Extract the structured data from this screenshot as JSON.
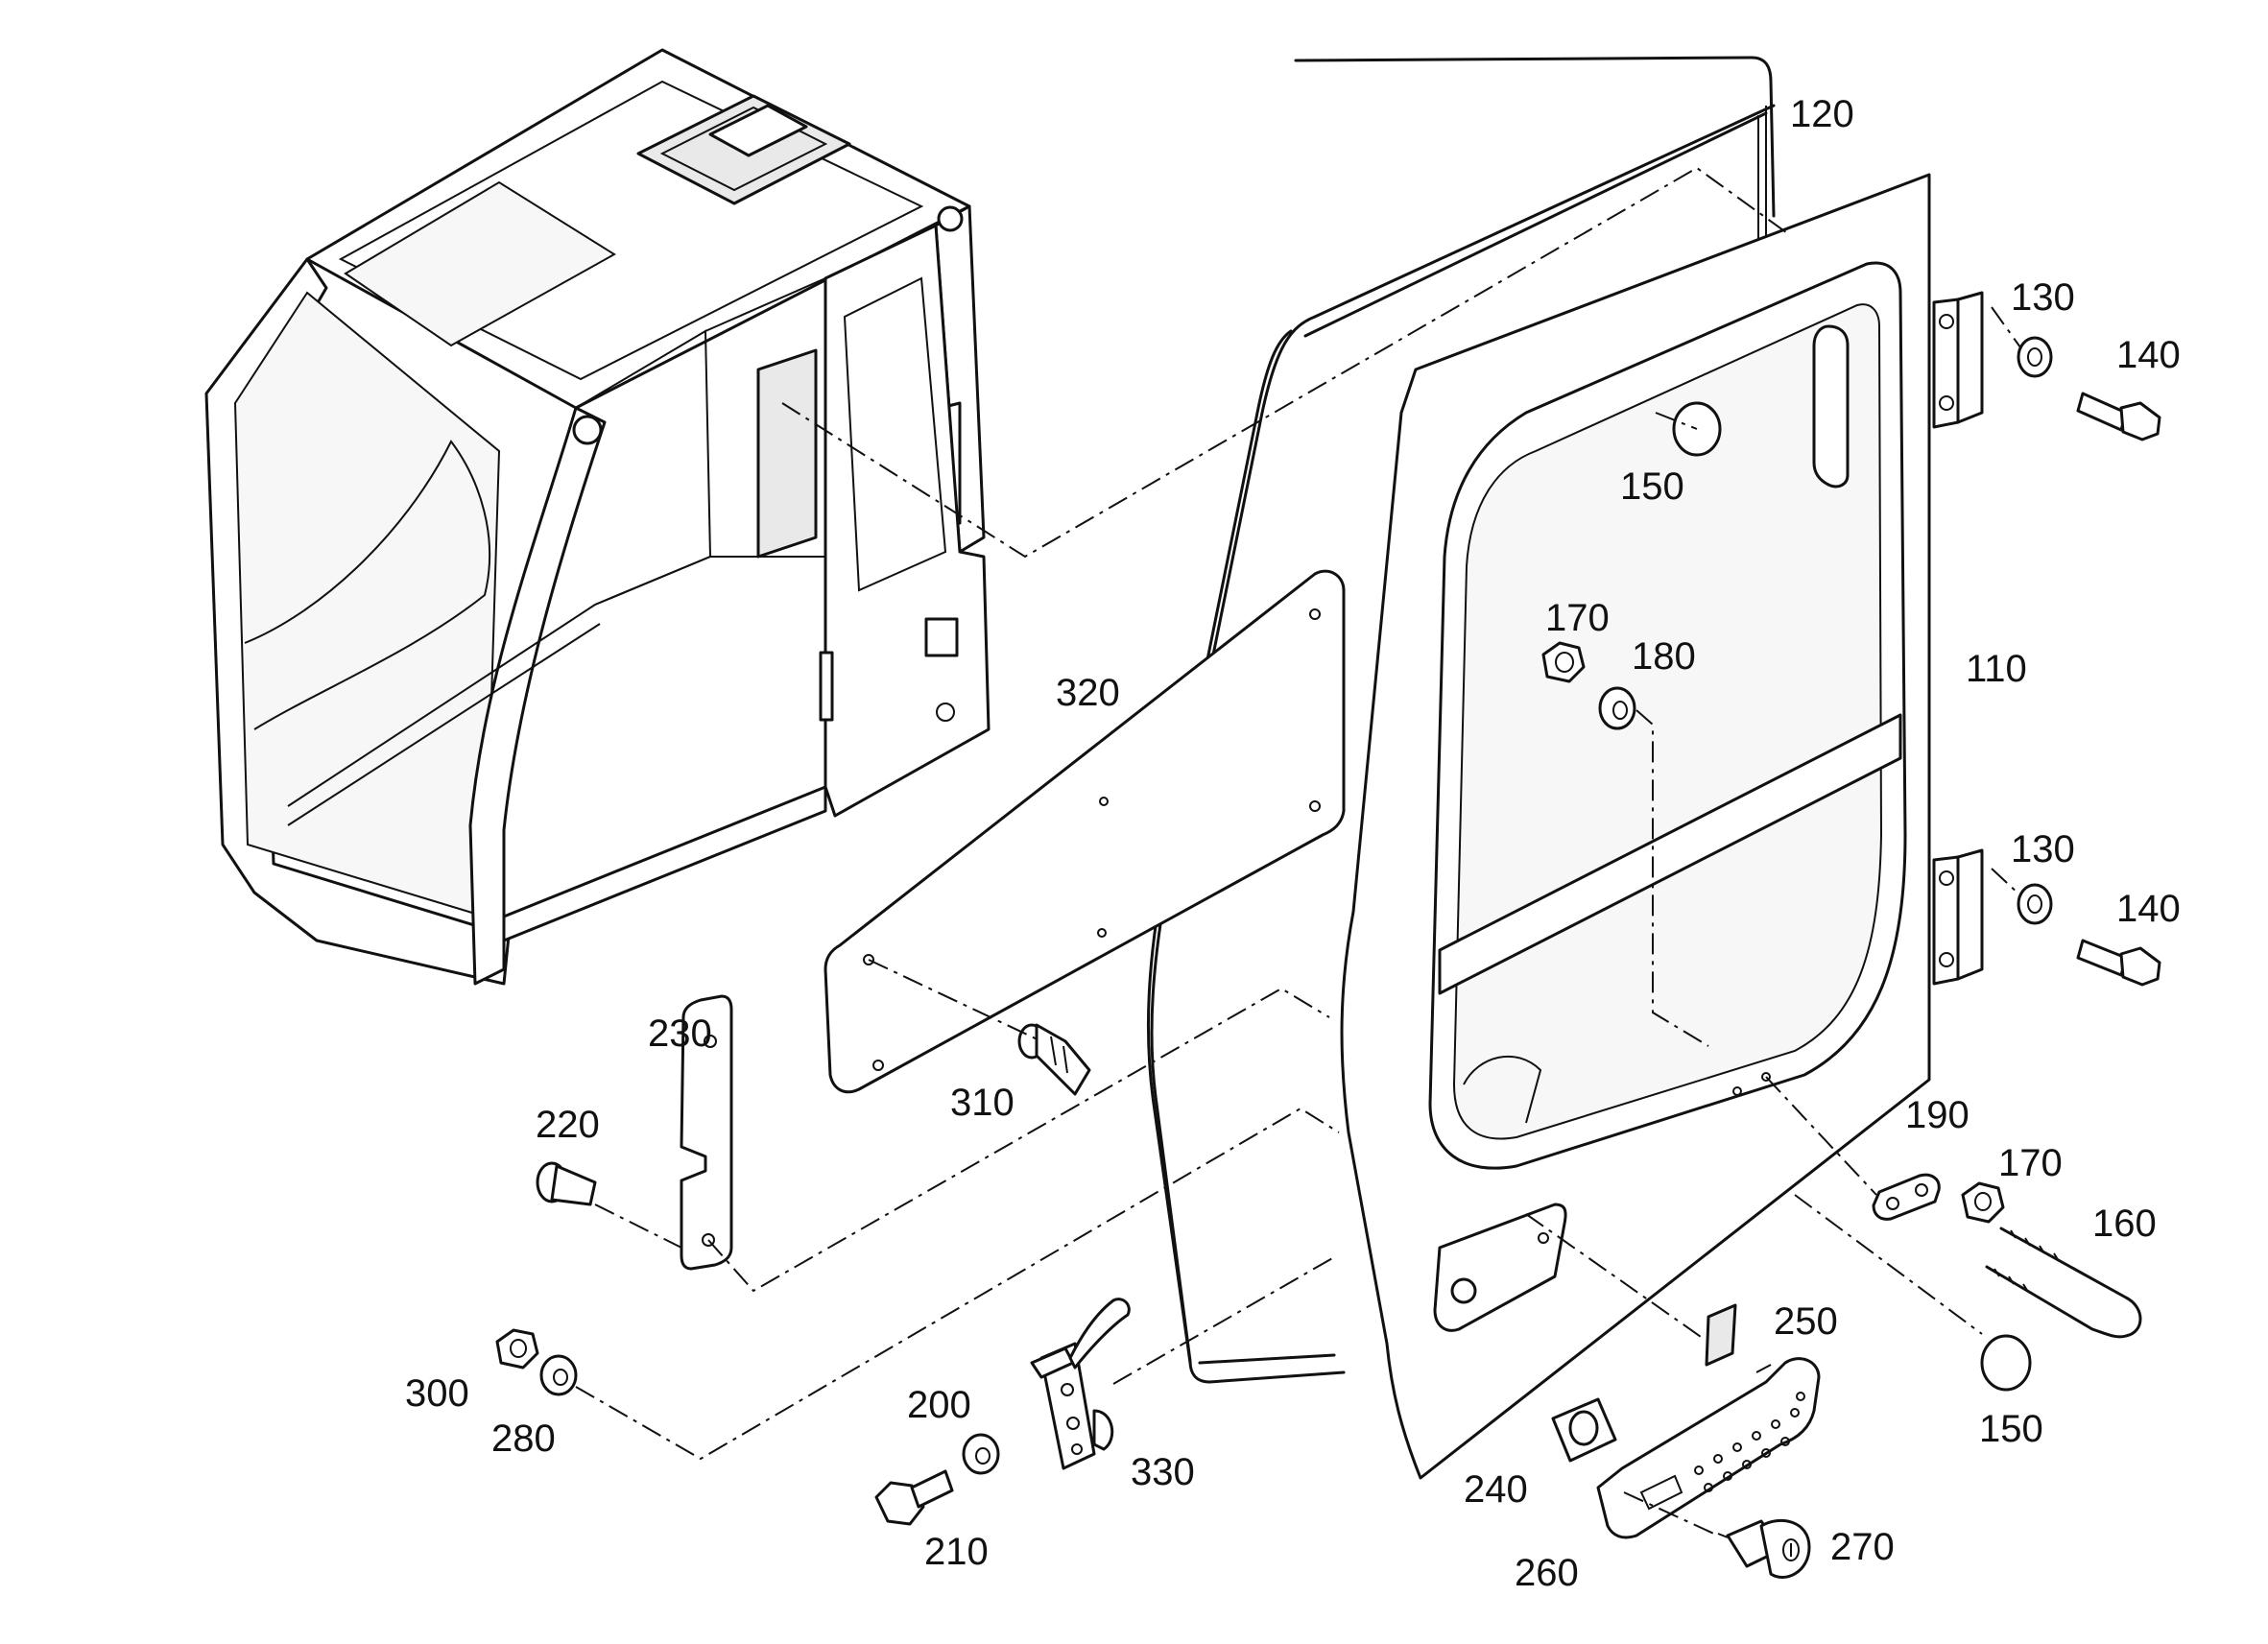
{
  "callouts": [
    {
      "id": "c120",
      "text": "120"
    },
    {
      "id": "c130a",
      "text": "130"
    },
    {
      "id": "c140a",
      "text": "140"
    },
    {
      "id": "c150a",
      "text": "150"
    },
    {
      "id": "c170a",
      "text": "170"
    },
    {
      "id": "c180",
      "text": "180"
    },
    {
      "id": "c110",
      "text": "110"
    },
    {
      "id": "c320",
      "text": "320"
    },
    {
      "id": "c130b",
      "text": "130"
    },
    {
      "id": "c140b",
      "text": "140"
    },
    {
      "id": "c230",
      "text": "230"
    },
    {
      "id": "c220",
      "text": "220"
    },
    {
      "id": "c310",
      "text": "310"
    },
    {
      "id": "c190",
      "text": "190"
    },
    {
      "id": "c170b",
      "text": "170"
    },
    {
      "id": "c160",
      "text": "160"
    },
    {
      "id": "c250",
      "text": "250"
    },
    {
      "id": "c300",
      "text": "300"
    },
    {
      "id": "c280",
      "text": "280"
    },
    {
      "id": "c200",
      "text": "200"
    },
    {
      "id": "c330",
      "text": "330"
    },
    {
      "id": "c150b",
      "text": "150"
    },
    {
      "id": "c240",
      "text": "240"
    },
    {
      "id": "c210",
      "text": "210"
    },
    {
      "id": "c260",
      "text": "260"
    },
    {
      "id": "c270",
      "text": "270"
    }
  ]
}
